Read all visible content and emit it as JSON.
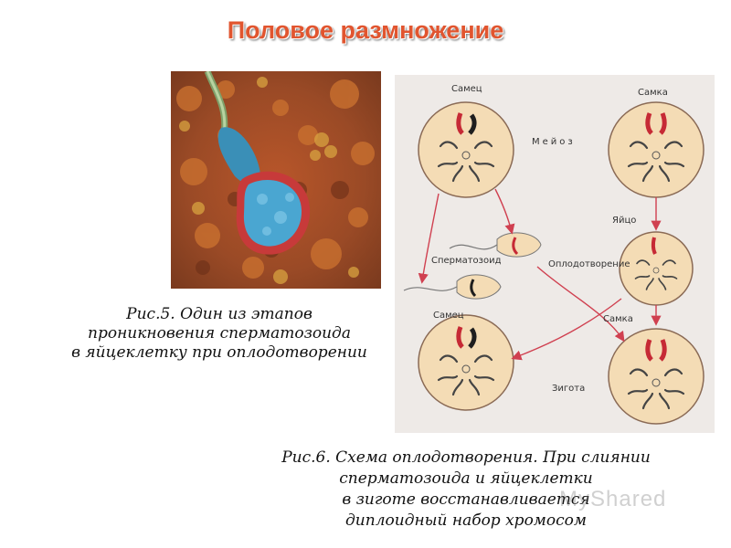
{
  "title": "Половое размножение",
  "caption5": [
    "Рис.5. Один из этапов",
    "проникновения сперматозоида",
    "в яйцеклетку при оплодотворении"
  ],
  "caption6": [
    "Рис.6. Схема оплодотворения. При слиянии",
    "сперматозоида и яйцеклетки",
    "в зиготе восстанавливается",
    "диплоидный набор хромосом"
  ],
  "diagram": {
    "male_top": "Самец",
    "female_top": "Самка",
    "meiosis": "Мейоз",
    "egg": "Яйцо",
    "sperm": "Сперматозоид",
    "fertilization": "Оплодотворение",
    "male_bottom": "Самец",
    "female_bottom": "Самка",
    "zygote": "Зигота"
  },
  "watermark": "MyShared"
}
